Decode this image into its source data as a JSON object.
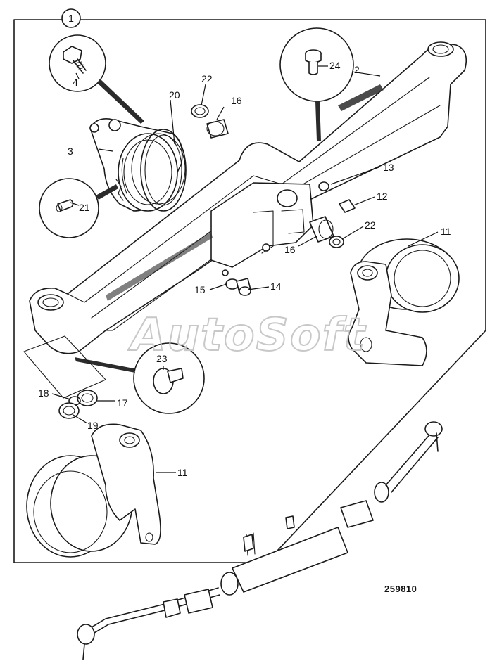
{
  "callout_main": "1",
  "watermark": "AutoSoft",
  "reference_number": "259810",
  "part_labels": {
    "p2": "2",
    "p3": "3",
    "p4": "4",
    "p11a": "11",
    "p11b": "11",
    "p12": "12",
    "p13": "13",
    "p14": "14",
    "p15": "15",
    "p16a": "16",
    "p16b": "16",
    "p17": "17",
    "p18": "18",
    "p19": "19",
    "p20": "20",
    "p21": "21",
    "p22a": "22",
    "p22b": "22",
    "p23": "23",
    "p24": "24"
  }
}
